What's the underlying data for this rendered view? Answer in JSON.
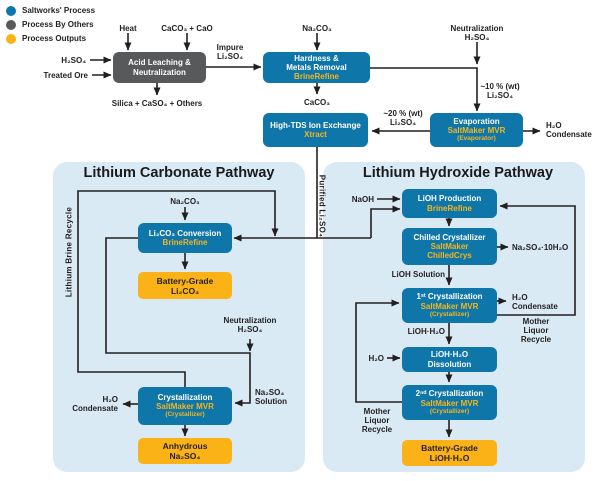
{
  "colors": {
    "saltworks_blue": "#0E76A9",
    "others_gray": "#58595B",
    "outputs_yellow": "#FBB217",
    "brand_text_yellow": "#F6B51D",
    "panel_bg": "#D9EAF5",
    "line_dark": "#231F20"
  },
  "legend": {
    "items": [
      {
        "label": "Saltworks' Process",
        "color": "#0E76A9"
      },
      {
        "label": "Process By Others",
        "color": "#58595B"
      },
      {
        "label": "Process Outputs",
        "color": "#FBB217"
      }
    ]
  },
  "panels": {
    "carbonate_title": "Lithium Carbonate Pathway",
    "hydroxide_title": "Lithium Hydroxide Pathway"
  },
  "nodes": {
    "acid_leaching": {
      "main": "Acid Leaching &\nNeutralization"
    },
    "hardness_removal": {
      "main": "Hardness &\nMetals Removal",
      "brand": "BrineRefine"
    },
    "high_tds_ix": {
      "main": "High-TDS Ion Exchange",
      "brand": "Xtract"
    },
    "evaporation": {
      "main": "Evaporation",
      "brand": "SaltMaker MVR",
      "unit": "(Evaporator)"
    },
    "li2co3_conversion": {
      "main": "Li₂CO₃ Conversion",
      "brand": "BrineRefine"
    },
    "battery_li2co3": {
      "main": "Battery-Grade\nLi₂CO₃"
    },
    "crystallization": {
      "main": "Crystallization",
      "brand": "SaltMaker MVR",
      "unit": "(Crystallizer)"
    },
    "anhydrous_na2so4": {
      "main": "Anhydrous\nNa₂SO₄"
    },
    "lioh_production": {
      "main": "LiOH Production",
      "brand": "BrineRefine"
    },
    "chilled_crystallizer": {
      "main": "Chilled Crystallizer",
      "brand": "SaltMaker\nChilledCrys"
    },
    "first_crystallization": {
      "main": "1ˢᵗ Crystallization",
      "brand": "SaltMaker MVR",
      "unit": "(Crystallizer)"
    },
    "lioh_dissolution": {
      "main": "LiOH·H₂O\nDissolution"
    },
    "second_crystallization": {
      "main": "2ⁿᵈ Crystallization",
      "brand": "SaltMaker MVR",
      "unit": "(Crystallizer)"
    },
    "battery_lioh": {
      "main": "Battery-Grade\nLiOH·H₂O"
    }
  },
  "streams": {
    "heat": "Heat",
    "caco3_cao": "CaCO₃ + CaO",
    "h2so4_feed": "H₂SO₄",
    "treated_ore": "Treated Ore",
    "silica_out": "Silica + CaSO₄ + Others",
    "impure_li2so4": "Impure\nLi₂SO₄",
    "na2co3_top": "Na₂CO₃",
    "neutralization_h2so4_top": "Neutralization\nH₂SO₄",
    "caco3_out": "CaCO₃",
    "li2so4_10pct": "~10 % (wt)\nLi₂SO₄",
    "li2so4_20pct": "~20 % (wt)\nLi₂SO₄",
    "h2o_condensate_evap": "H₂O\nCondensate",
    "purified_li2so4": "Purified Li₂SO₄",
    "lithium_brine_recycle": "Lithium Brine Recycle",
    "na2co3_conv": "Na₂CO₃",
    "neutralization_h2so4_left": "Neutralization\nH₂SO₄",
    "na2so4_solution": "Na₂SO₄\nSolution",
    "h2o_condensate_cryst": "H₂O\nCondensate",
    "naoh": "NaOH",
    "na2so4_decahydrate": "Na₂SO₄·10H₂O",
    "lioh_solution": "LiOH Solution",
    "h2o_condensate_c1": "H₂O\nCondensate",
    "mother_liquor_recycle_right": "Mother\nLiquor\nRecycle",
    "lioh_h2o": "LiOH·H₂O",
    "h2o_dissolution": "H₂O",
    "mother_liquor_recycle_left": "Mother\nLiquor\nRecycle"
  }
}
